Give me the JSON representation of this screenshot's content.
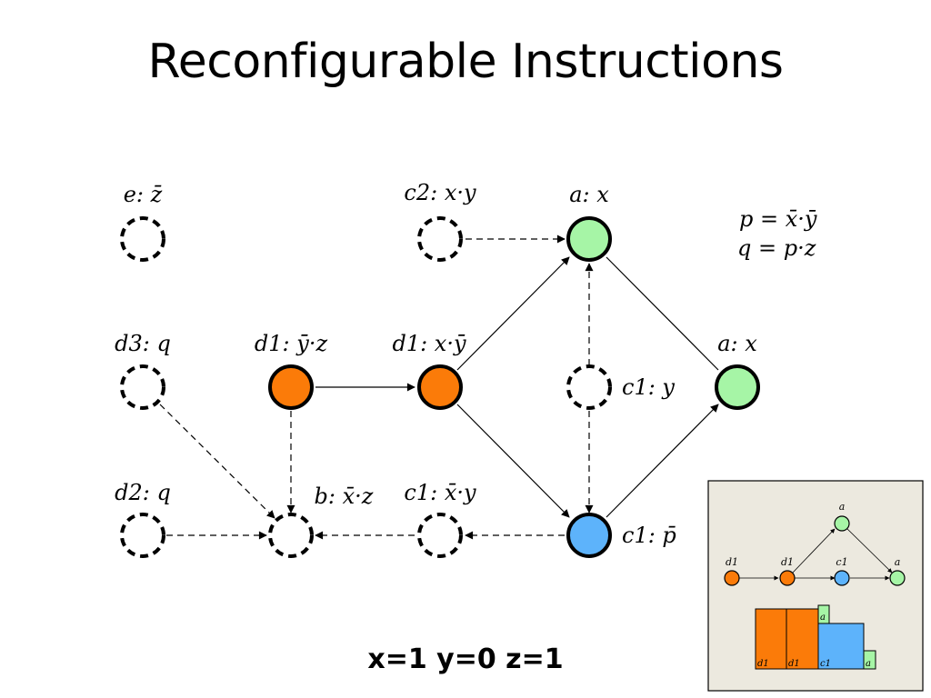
{
  "title": "Reconfigurable Instructions",
  "assignment": "x=1 y=0 z=1",
  "colors": {
    "orange": "#fb7b09",
    "green": "#a6f5a6",
    "blue": "#5db3fb",
    "inset_bg": "#ece9df"
  },
  "legend": {
    "p": "p = x̄·ȳ",
    "q": "q = p·z"
  },
  "nodes": {
    "e": "e: z̄",
    "c2": "c2: x·y",
    "a_top": "a: x",
    "d3": "d3: q",
    "d1_left": "d1: ȳ·z",
    "d1_mid": "d1: x·ȳ",
    "c1_mid": "c1: y",
    "a_right": "a: x",
    "d2": "d2: q",
    "b": "b: x̄·z",
    "c1_bottom": "c1: x̄·y",
    "c1_p": "c1: p̄"
  },
  "inset": {
    "node_labels": [
      "a",
      "d1",
      "d1",
      "c1",
      "a"
    ],
    "block_labels": [
      "d1",
      "d1",
      "c1",
      "a",
      "a"
    ]
  }
}
